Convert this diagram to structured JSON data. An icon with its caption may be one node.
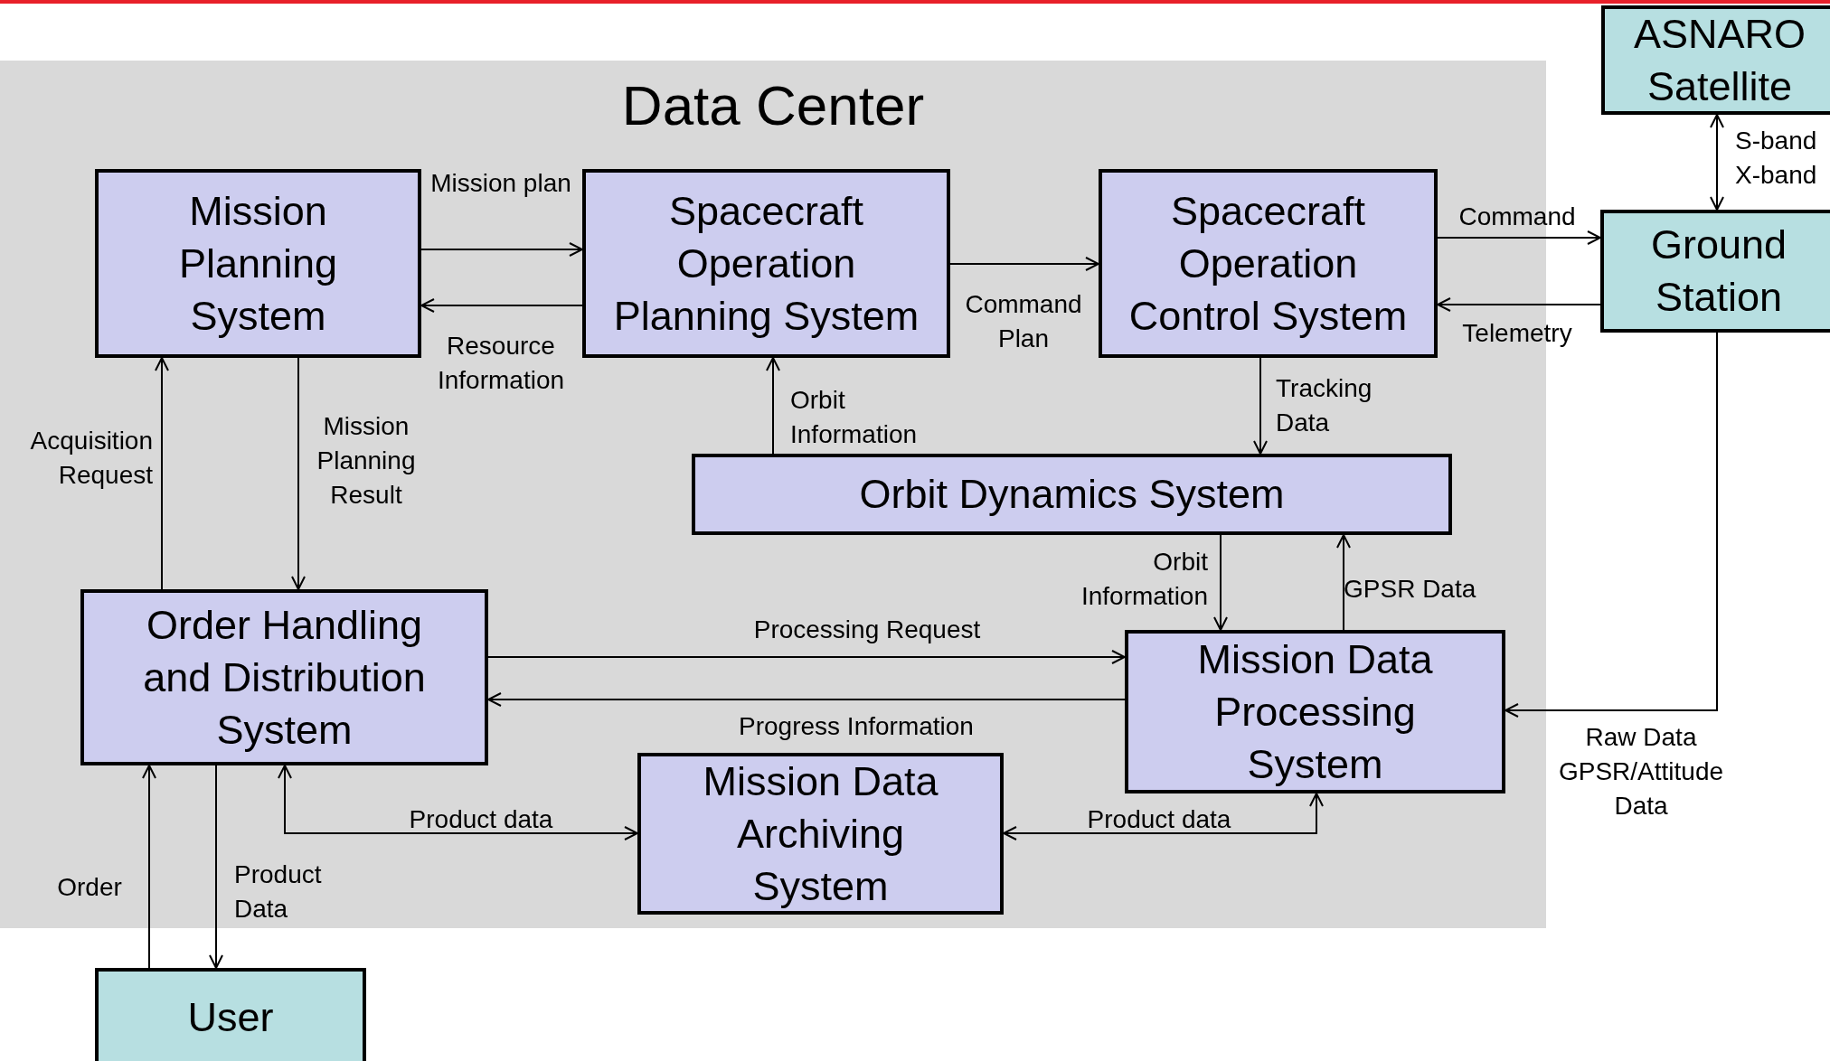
{
  "diagram": {
    "nodes": [
      {
        "text": [
          "Data Center"
        ]
      },
      {
        "text": [
          "Mission Planning System"
        ],
        "in": 0
      },
      {
        "text": [
          "Spacecraft Operation Planning System"
        ],
        "in": 0
      },
      {
        "text": [
          "Spacecraft Operation Control System"
        ],
        "in": 0
      },
      {
        "text": [
          "Orbit Dynamics System"
        ],
        "in": 0
      },
      {
        "text": [
          "Order Handling and Distribution System"
        ],
        "in": 0
      },
      {
        "text": [
          "Mission Data Processing System"
        ],
        "in": 0
      },
      {
        "text": [
          "Mission Data Archiving System"
        ],
        "in": 0
      },
      {
        "text": [
          "ASNARO Satellite"
        ]
      },
      {
        "text": [
          "Ground Station"
        ]
      },
      {
        "text": [
          "User"
        ]
      }
    ],
    "edges": [
      {
        "from": 1,
        "to": 2,
        "arrow": "to",
        "label": "Mission plan"
      },
      {
        "from": 2,
        "to": 1,
        "arrow": "to",
        "label": "Resource Information"
      },
      {
        "from": 2,
        "to": 3,
        "arrow": "to",
        "label": "Command Plan"
      },
      {
        "from": 3,
        "to": 9,
        "arrow": "to",
        "label": "Command"
      },
      {
        "from": 9,
        "to": 3,
        "arrow": "to",
        "label": "Telemetry"
      },
      {
        "from": 9,
        "to": 8,
        "arrow": "both",
        "label": "S-band X-band"
      },
      {
        "from": 4,
        "to": 2,
        "arrow": "to",
        "label": "Orbit Information"
      },
      {
        "from": 3,
        "to": 4,
        "arrow": "to",
        "label": "Tracking Data"
      },
      {
        "from": 4,
        "to": 6,
        "arrow": "to",
        "label": "Orbit Information"
      },
      {
        "from": 6,
        "to": 4,
        "arrow": "to",
        "label": "GPSR Data"
      },
      {
        "from": 5,
        "to": 1,
        "arrow": "to",
        "label": "Acquisition Request"
      },
      {
        "from": 1,
        "to": 5,
        "arrow": "to",
        "label": "Mission Planning Result"
      },
      {
        "from": 5,
        "to": 6,
        "arrow": "to",
        "label": "Processing Request"
      },
      {
        "from": 6,
        "to": 5,
        "arrow": "to",
        "label": "Progress Information"
      },
      {
        "from": 5,
        "to": 7,
        "arrow": "both",
        "label": "Product data"
      },
      {
        "from": 7,
        "to": 6,
        "arrow": "both",
        "label": "Product data"
      },
      {
        "from": 9,
        "to": 6,
        "arrow": "to",
        "label": "Raw Data GPSR/Attitude Data"
      },
      {
        "from": 10,
        "to": 5,
        "arrow": "to",
        "label": "Order"
      },
      {
        "from": 5,
        "to": 10,
        "arrow": "to",
        "label": "Product Data"
      }
    ]
  }
}
